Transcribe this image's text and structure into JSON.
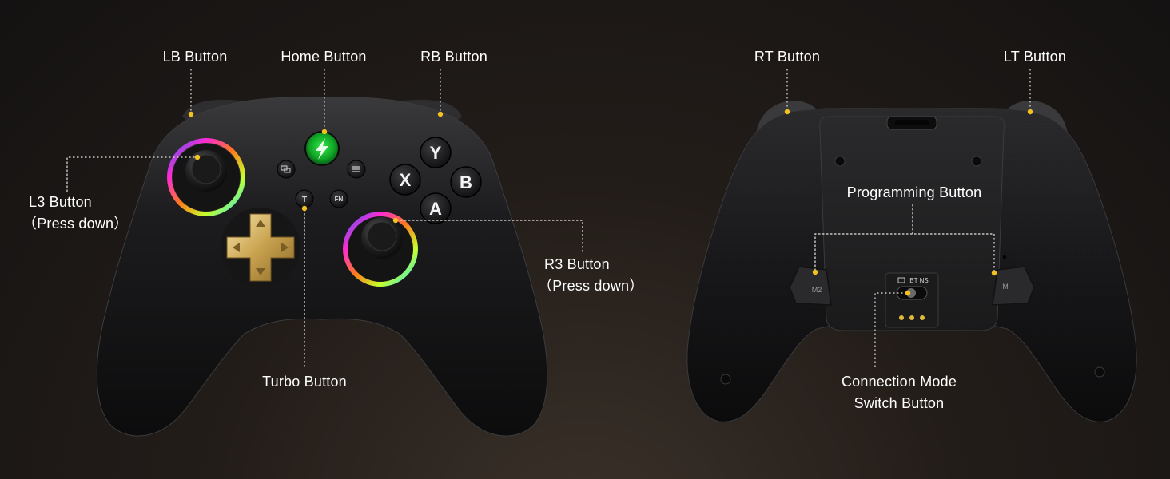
{
  "labels": {
    "lb": "LB Button",
    "home": "Home Button",
    "rb": "RB Button",
    "l3_line1": "L3 Button",
    "l3_line2": "（Press down）",
    "r3_line1": "R3 Button",
    "r3_line2": "（Press down）",
    "turbo": "Turbo Button",
    "rt": "RT Button",
    "lt": "LT Button",
    "programming": "Programming Button",
    "connection_line1": "Connection Mode",
    "connection_line2": "Switch Button"
  },
  "front_buttons": {
    "face": [
      "Y",
      "X",
      "B",
      "A"
    ],
    "small": [
      "T",
      "FN"
    ]
  },
  "back_markings": {
    "paddle_left": "M2",
    "paddle_right": "M",
    "switch_label": "BT NS"
  },
  "colors": {
    "leader_dot": "#f3c220",
    "label_text": "#ffffff",
    "home_glow": "#2ee23a",
    "dpad_gold": "#e0c27a"
  },
  "icons": {
    "home": "lightning-bolt-icon",
    "view": "view-icon",
    "menu": "menu-icon",
    "bluetooth": "bluetooth-icon"
  }
}
